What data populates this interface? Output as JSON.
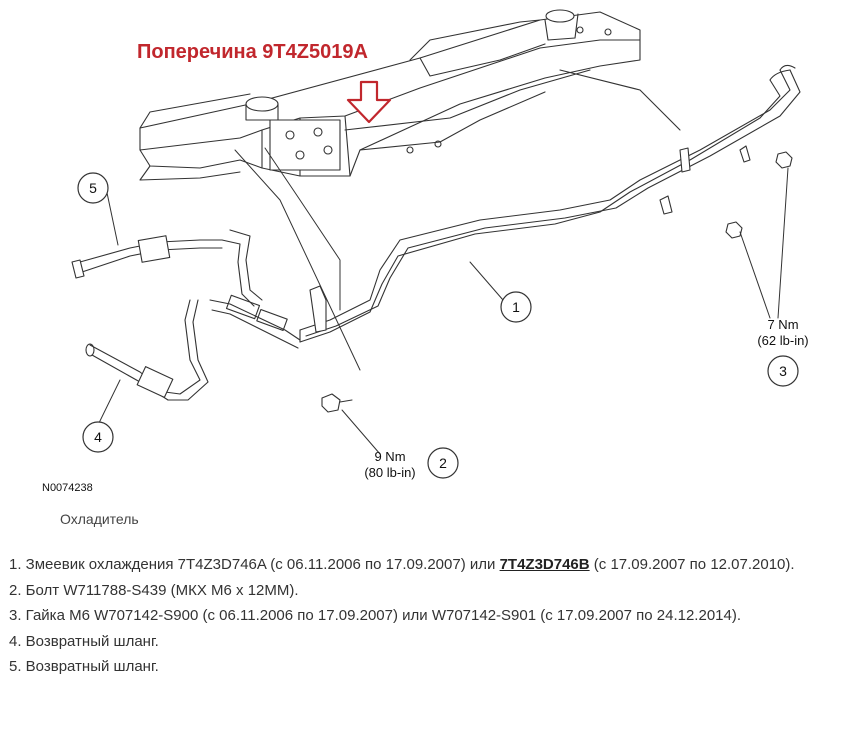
{
  "diagram": {
    "title": "Поперечина 9T4Z5019A",
    "drawing_code": "N0074238",
    "callouts": [
      {
        "num": "1"
      },
      {
        "num": "2",
        "torque": "9 Nm",
        "torque_imperial": "(80 lb-in)"
      },
      {
        "num": "3",
        "torque": "7 Nm",
        "torque_imperial": "(62 lb-in)"
      },
      {
        "num": "4"
      },
      {
        "num": "5"
      }
    ],
    "colors": {
      "title": "#c1272d",
      "line": "#333333",
      "text": "#222222"
    }
  },
  "caption": "Охладитель",
  "legend": [
    {
      "prefix": "1. Змеевик охлаждения 7T4Z3D746A (с 06.11.2006 по 17.09.2007) или ",
      "link": "7T4Z3D746B",
      "suffix": " (с 17.09.2007 по 12.07.2010)."
    },
    {
      "text": "2. Болт W711788-S439 (МКХ М6 х 12ММ)."
    },
    {
      "text": "3. Гайка М6 W707142-S900 (с 06.11.2006 по 17.09.2007) или W707142-S901 (с 17.09.2007 по 24.12.2014)."
    },
    {
      "text": "4. Возвратный шланг."
    },
    {
      "text": "5. Возвратный шланг."
    }
  ]
}
